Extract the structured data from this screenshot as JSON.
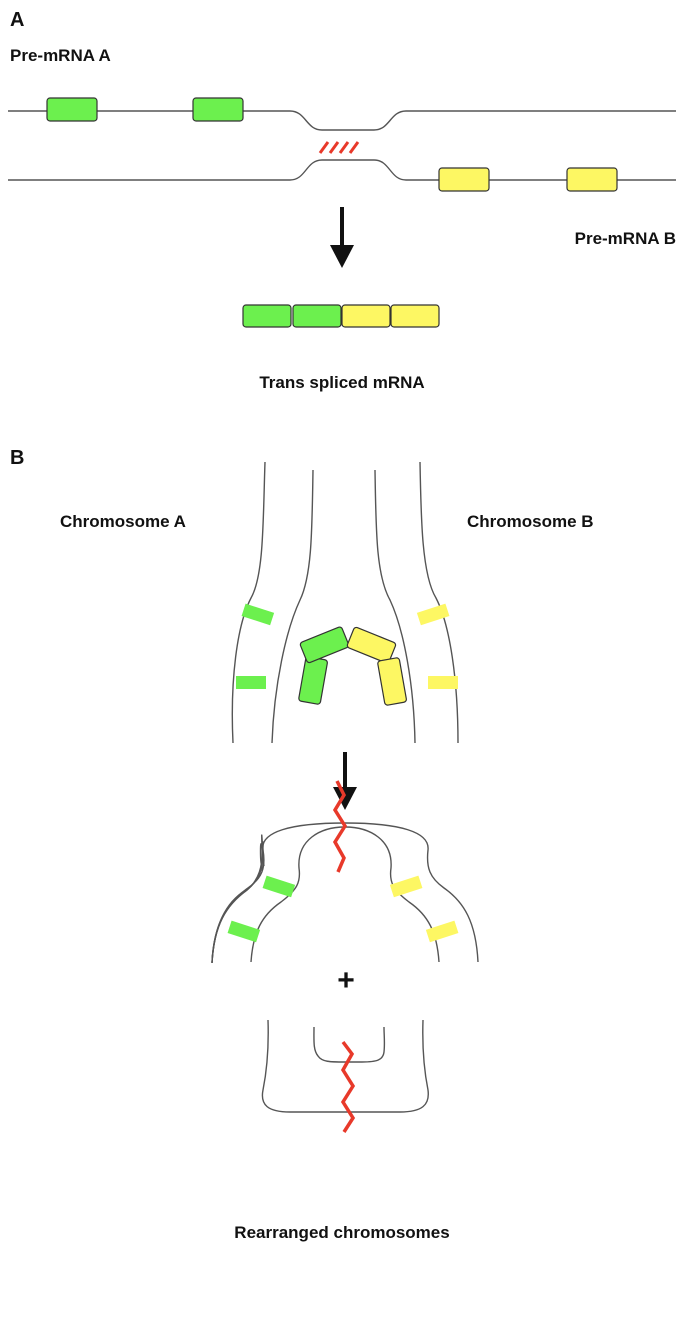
{
  "panel_a": {
    "letter": "A",
    "pre_mrna_a_label": "Pre-mRNA A",
    "pre_mrna_b_label": "Pre-mRNA B",
    "product_label": "Trans spliced mRNA"
  },
  "panel_b": {
    "letter": "B",
    "chromosome_a_label": "Chromosome A",
    "chromosome_b_label": "Chromosome B",
    "plus_sign": "+",
    "result_label": "Rearranged chromosomes"
  },
  "colors": {
    "green": "#6cf04e",
    "yellow": "#fdf763",
    "break_red": "#e8392a",
    "strand_gray": "#555555",
    "arrow_black": "#111111"
  }
}
